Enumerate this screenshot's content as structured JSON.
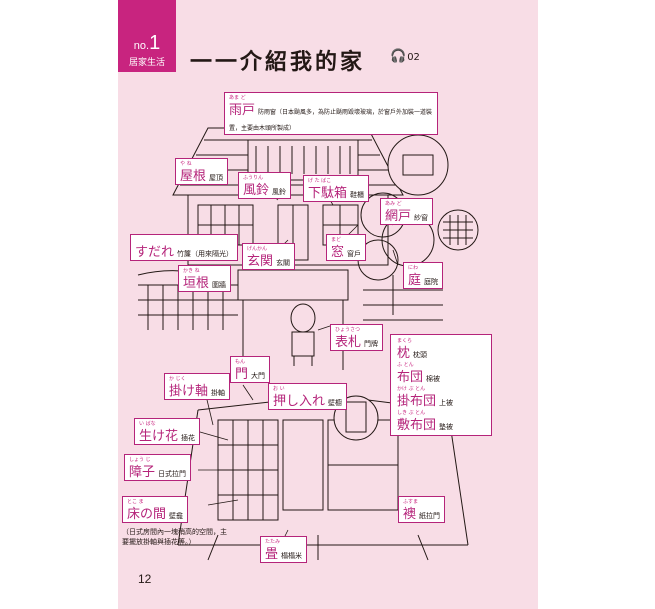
{
  "header": {
    "tab_no_prefix": "no.",
    "tab_no_num": "1",
    "tab_section": "居家生活",
    "title": "一一介紹我的家",
    "track": "02",
    "headphone_icon": "headphone-icon"
  },
  "labels": {
    "amado": {
      "ruby": "あま ど",
      "jp": "雨戸",
      "zh": "防雨窗（日本颱風多，為防止颳雨毀壞玻璃，於窗戶外加裝一道裝置，主要由木頭所製成）"
    },
    "yane": {
      "ruby": "や ね",
      "jp": "屋根",
      "zh": "屋頂"
    },
    "fuurin": {
      "ruby": "ふうりん",
      "jp": "風鈴",
      "zh": "風鈴"
    },
    "getabako": {
      "ruby": "げ た ばこ",
      "jp": "下駄箱",
      "zh": "鞋櫃"
    },
    "amido": {
      "ruby": "あみ ど",
      "jp": "網戸",
      "zh": "紗窗"
    },
    "sudare": {
      "jp": "すだれ",
      "zh": "竹簾（用來隔光）"
    },
    "genkan": {
      "ruby": "げんかん",
      "jp": "玄関",
      "zh": "玄關"
    },
    "mado": {
      "ruby": "まど",
      "jp": "窓",
      "zh": "窗戶"
    },
    "kakine": {
      "ruby": "かき ね",
      "jp": "垣根",
      "zh": "圍牆"
    },
    "niwa": {
      "ruby": "にわ",
      "jp": "庭",
      "zh": "庭院"
    },
    "hyousatsu": {
      "ruby": "ひょうさつ",
      "jp": "表札",
      "zh": "門牌"
    },
    "mon": {
      "ruby": "もん",
      "jp": "門",
      "zh": "大門"
    },
    "kakejiku": {
      "ruby": "か じく",
      "jp": "掛け軸",
      "zh": "掛軸"
    },
    "oshiire": {
      "ruby": "お い",
      "jp": "押し入れ",
      "zh": "壁櫥"
    },
    "ikebana": {
      "ruby": "い ばな",
      "jp": "生け花",
      "zh": "插花"
    },
    "shouji": {
      "ruby": "しょう じ",
      "jp": "障子",
      "zh": "日式拉門"
    },
    "tokonoma": {
      "ruby": "とこ ま",
      "jp": "床の間",
      "zh": "壁龕",
      "note": "（日式房間內一塊稍高的空間，主要擺放掛軸與插花等。）"
    },
    "fusuma": {
      "ruby": "ふすま",
      "jp": "襖",
      "zh": "紙拉門"
    },
    "tatami": {
      "ruby": "たたみ",
      "jp": "畳",
      "zh": "榻榻米"
    }
  },
  "bedding": [
    {
      "ruby": "まくら",
      "jp": "枕",
      "zh": "枕頭"
    },
    {
      "ruby": "ふ とん",
      "jp": "布団",
      "zh": "棉被"
    },
    {
      "ruby": "かけ ぶ とん",
      "jp": "掛布団",
      "zh": "上被"
    },
    {
      "ruby": "しき ぶ とん",
      "jp": "敷布団",
      "zh": "墊被"
    }
  ],
  "page_number": "12"
}
